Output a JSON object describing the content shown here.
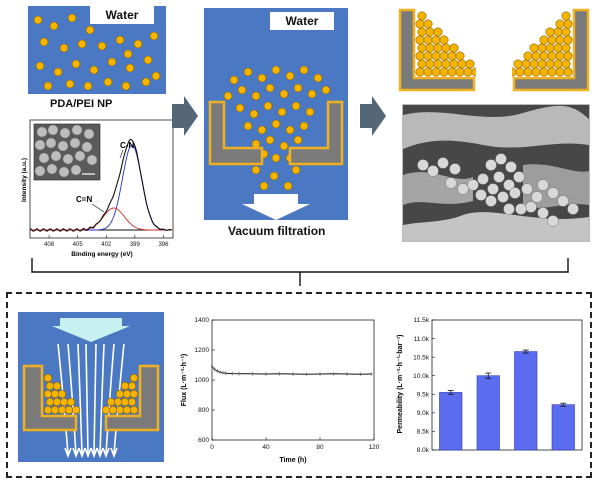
{
  "panels": {
    "top_left": {
      "label": "Water",
      "caption": "PDA/PEI NP"
    },
    "top_middle": {
      "label": "Water",
      "caption": "Vacuum filtration"
    }
  },
  "colors": {
    "panel_blue": "#4a78c2",
    "particle": "#f5b400",
    "frame": "#f0b020",
    "gray_block": "#7a7a7a",
    "arrow": "#556677",
    "bar": "#5b6cf0"
  },
  "chart_data": [
    {
      "type": "line",
      "name": "xps",
      "xlabel": "Binding energy (eV)",
      "ylabel": "Intensity (a.u.)",
      "xlim": [
        410,
        395
      ],
      "x_ticks": [
        408,
        405,
        402,
        399,
        396
      ],
      "annotations": [
        "C-N",
        "C=N"
      ]
    },
    {
      "type": "line",
      "name": "flux",
      "xlabel": "Time (h)",
      "ylabel": "Flux (L·m⁻²·h⁻¹)",
      "xlim": [
        0,
        120
      ],
      "ylim": [
        600,
        1400
      ],
      "x_ticks": [
        0,
        40,
        80,
        120
      ],
      "y_ticks": [
        600,
        800,
        1000,
        1200,
        1400
      ],
      "x": [
        0,
        2,
        4,
        6,
        8,
        10,
        15,
        20,
        30,
        40,
        50,
        60,
        70,
        80,
        90,
        100,
        110,
        118
      ],
      "y": [
        1090,
        1070,
        1060,
        1052,
        1048,
        1045,
        1043,
        1042,
        1041,
        1040,
        1041,
        1040,
        1039,
        1040,
        1041,
        1040,
        1039,
        1040
      ]
    },
    {
      "type": "bar",
      "name": "permeability",
      "ylabel": "Permeability (L·m⁻²·h⁻¹·bar⁻¹)",
      "ylim": [
        8.0,
        11.5
      ],
      "y_ticks": [
        "8.0k",
        "8.5k",
        "9.0k",
        "9.5k",
        "10.0k",
        "10.5k",
        "11.0k",
        "11.5k"
      ],
      "values": [
        9.55,
        10.0,
        10.65,
        9.22
      ],
      "errors": [
        0.05,
        0.07,
        0.04,
        0.04
      ]
    }
  ]
}
